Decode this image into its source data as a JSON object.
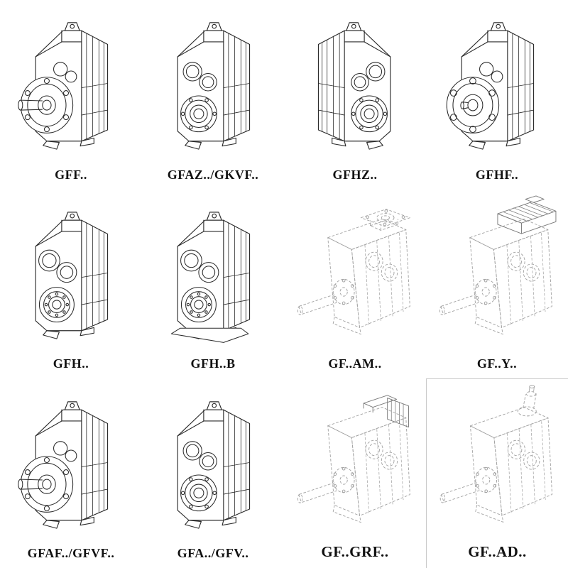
{
  "page": {
    "background": "#ffffff",
    "description": "Catalog sheet of parallel-shaft helical gear units: 12 isometric technical drawings arranged in a 4x3 grid, each with its model designation label"
  },
  "colors": {
    "drawing_line": "#2b2b2b",
    "ghost_drawing_line": "#a3a3a3",
    "attachment_line": "#7a7a7a",
    "label_text": "#111111",
    "box_border": "#c9c9c9"
  },
  "catalog": {
    "items": [
      {
        "label": "GFF..",
        "drawing": "gearbox-output-flange-solid-shaft"
      },
      {
        "label": "GFAZ../GKVF..",
        "drawing": "gearbox-hollow-shaft"
      },
      {
        "label": "GFHZ..",
        "drawing": "gearbox-hollow-shaft-mirrored"
      },
      {
        "label": "GFHF..",
        "drawing": "gearbox-output-flange-bolt-circle"
      },
      {
        "label": "GFH..",
        "drawing": "gearbox-hollow-shaft-large-bores"
      },
      {
        "label": "GFH..B",
        "drawing": "gearbox-hollow-shaft-foot-mounted"
      },
      {
        "label": "GF..AM..",
        "drawing": "gearbox-ghost-iec-adapter-flange"
      },
      {
        "label": "GF..Y..",
        "drawing": "gearbox-ghost-with-motor"
      },
      {
        "label": "GFAF../GFVF..",
        "drawing": "gearbox-output-flange-solid-shaft"
      },
      {
        "label": "GFA../GFV..",
        "drawing": "gearbox-hollow-shaft"
      },
      {
        "label": "GF..GRF..",
        "drawing": "gearbox-ghost-shaft-mounted-bracket"
      },
      {
        "label": "GF..AD..",
        "drawing": "gearbox-ghost-input-shaft-adapter"
      }
    ]
  }
}
